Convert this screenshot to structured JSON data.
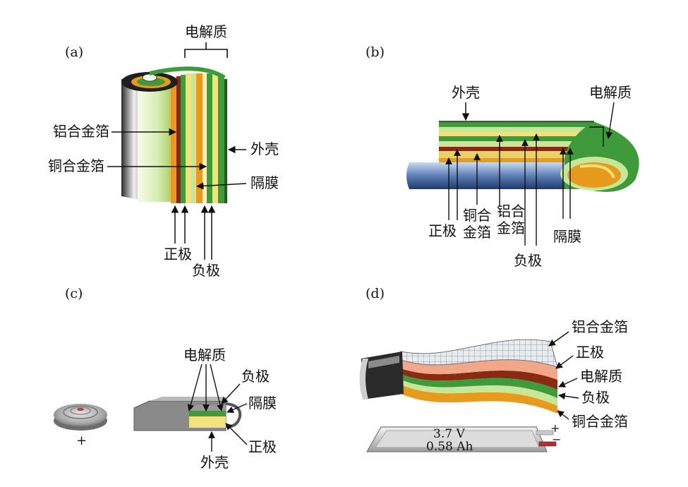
{
  "panels": {
    "a": {
      "label": "(a)",
      "electrolyte": "电解质",
      "al_foil": "铝合金箔",
      "cu_foil": "铜合金箔",
      "shell": "外壳",
      "separator": "隔膜",
      "cathode": "正极",
      "anode": "负极"
    },
    "b": {
      "label": "(b)",
      "shell": "外壳",
      "electrolyte": "电解质",
      "cathode": "正极",
      "cu_foil_1": "铜合",
      "cu_foil_2": "金箔",
      "al_foil_1": "铝合",
      "al_foil_2": "金箔",
      "anode": "负极",
      "separator": "隔膜"
    },
    "c": {
      "label": "(c)",
      "electrolyte": "电解质",
      "anode": "负极",
      "separator": "隔膜",
      "cathode": "正极",
      "shell": "外壳",
      "coin_sign": "+"
    },
    "d": {
      "label": "(d)",
      "al_foil": "铝合金箔",
      "cathode": "正极",
      "electrolyte": "电解质",
      "anode": "负极",
      "cu_foil": "铜合金箔",
      "voltage": "3.7 V",
      "capacity": "0.58 Ah",
      "plus": "+",
      "minus": "−"
    }
  },
  "colors": {
    "green": "#3e9a3a",
    "light_green": "#c6e79a",
    "orange": "#e79a1c",
    "red_brown": "#8a2a12",
    "yellow": "#f1e27a",
    "blue": "#2e4f86",
    "grey": "#8a8a8a"
  }
}
